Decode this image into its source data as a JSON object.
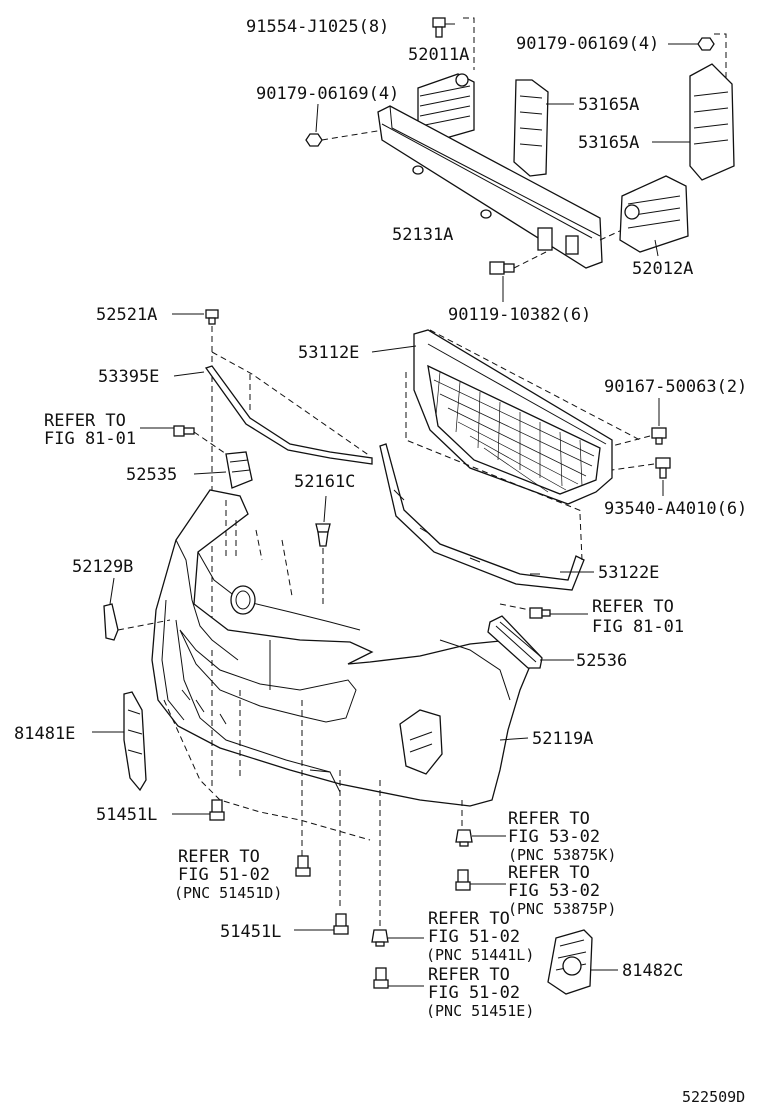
{
  "diagram": {
    "code": "522509D",
    "labels": {
      "p91554": "91554-J1025(8)",
      "p52011A": "52011A",
      "p90179_right": "90179-06169(4)",
      "p90179_left": "90179-06169(4)",
      "p53165A_a": "53165A",
      "p53165A_b": "53165A",
      "p52131A": "52131A",
      "p52012A": "52012A",
      "p90119": "90119-10382(6)",
      "p52521A": "52521A",
      "p53112E": "53112E",
      "p53395E": "53395E",
      "p90167": "90167-50063(2)",
      "ref8101_a": [
        "REFER TO",
        "FIG 81-01"
      ],
      "p52535": "52535",
      "p52161C": "52161C",
      "p93540": "93540-A4010(6)",
      "p52129B": "52129B",
      "p53122E": "53122E",
      "ref8101_b": [
        "REFER TO",
        "FIG 81-01"
      ],
      "p52536": "52536",
      "p81481E": "81481E",
      "p52119A": "52119A",
      "p51451L_a": "51451L",
      "ref5302_a": [
        "REFER TO",
        "FIG 53-02",
        "(PNC 53875K)"
      ],
      "ref5102_a": [
        "REFER TO",
        "FIG 51-02",
        "(PNC 51451D)"
      ],
      "ref5302_b": [
        "REFER TO",
        "FIG 53-02",
        "(PNC 53875P)"
      ],
      "p51451L_b": "51451L",
      "ref5102_b": [
        "REFER TO",
        "FIG 51-02",
        "(PNC 51441L)"
      ],
      "p81482C": "81482C",
      "ref5102_c": [
        "REFER TO",
        "FIG 51-02",
        "(PNC 51451E)"
      ]
    }
  }
}
